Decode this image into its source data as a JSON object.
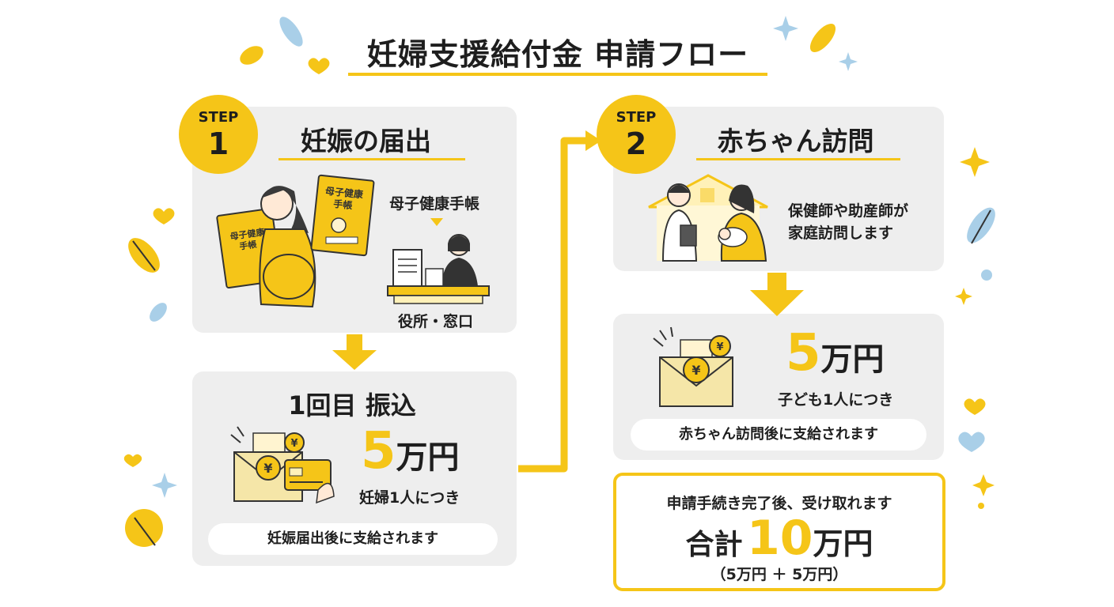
{
  "title": "妊婦支援給付金 申請フロー",
  "step1": {
    "badge_label": "STEP",
    "badge_number": "1",
    "heading": "妊娠の届出",
    "handbook_label": "母子健康手帳",
    "book_text_a": "母子健康",
    "book_text_b": "手帳",
    "office_label": "役所・窓口"
  },
  "payment1": {
    "heading": "1回目 振込",
    "amount_number": "5",
    "amount_unit": "万円",
    "per": "妊婦1人につき",
    "note": "妊娠届出後に支給されます",
    "yen_symbol": "¥"
  },
  "step2": {
    "badge_label": "STEP",
    "badge_number": "2",
    "heading": "赤ちゃん訪問",
    "desc_line1": "保健師や助産師が",
    "desc_line2": "家庭訪問します"
  },
  "payment2": {
    "amount_number": "5",
    "amount_unit": "万円",
    "per": "子ども1人につき",
    "note": "赤ちゃん訪問後に支給されます",
    "yen_symbol": "¥"
  },
  "total": {
    "note": "申請手続き完了後、受け取れます",
    "label": "合計",
    "amount_number": "10",
    "amount_unit": "万円",
    "breakdown": "（5万円 ＋ 5万円）"
  },
  "colors": {
    "accent": "#f5c518",
    "card_bg": "#eeeeee",
    "leaf_blue": "#a9cfe8",
    "text": "#1e1e1e"
  }
}
